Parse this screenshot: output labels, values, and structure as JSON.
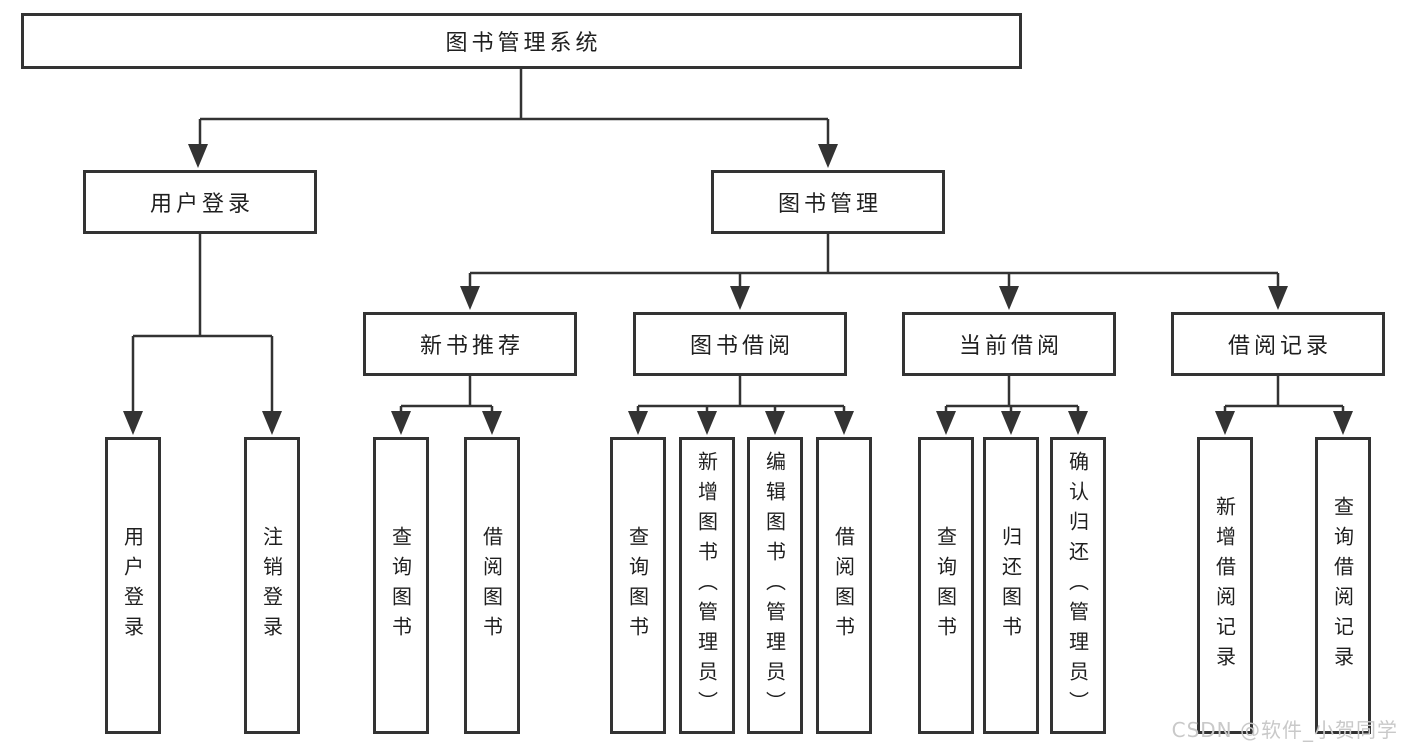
{
  "tree": {
    "label": "图书管理系统",
    "children": [
      {
        "label": "用户登录",
        "children": [
          {
            "label": "用户登录"
          },
          {
            "label": "注销登录"
          }
        ]
      },
      {
        "label": "图书管理",
        "children": [
          {
            "label": "新书推荐",
            "children": [
              {
                "label": "查询图书"
              },
              {
                "label": "借阅图书"
              }
            ]
          },
          {
            "label": "图书借阅",
            "children": [
              {
                "label": "查询图书"
              },
              {
                "label": "新增图书（管理员）"
              },
              {
                "label": "编辑图书（管理员）"
              },
              {
                "label": "借阅图书"
              }
            ]
          },
          {
            "label": "当前借阅",
            "children": [
              {
                "label": "查询图书"
              },
              {
                "label": "归还图书"
              },
              {
                "label": "确认归还（管理员）"
              }
            ]
          },
          {
            "label": "借阅记录",
            "children": [
              {
                "label": "新增借阅记录"
              },
              {
                "label": "查询借阅记录"
              }
            ]
          }
        ]
      }
    ]
  },
  "watermark": {
    "text": "CSDN @软件_小贺同学"
  },
  "colors": {
    "line": "#333333",
    "box_border": "#333333",
    "text": "#1f1f1f",
    "watermark": "#c9c9c9",
    "background": "#ffffff"
  }
}
